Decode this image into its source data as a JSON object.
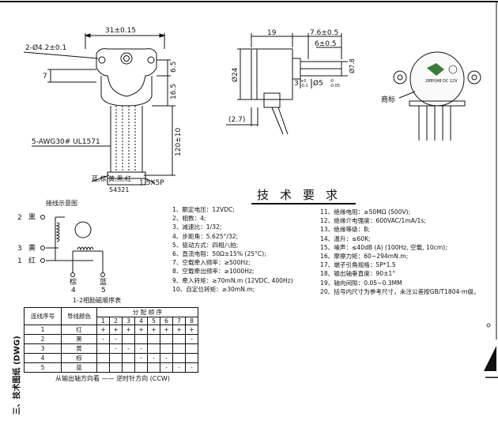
{
  "front_view": {
    "width_dim": "31±0.15",
    "hole_dim": "2-Ø4.2±0.1",
    "dim_7": "7",
    "dim_6_5": "6.5",
    "dim_16_5": "16.5",
    "dim_120": "120±10",
    "cable_label": "5-AWG30# UL1571",
    "wire_colors": "蓝,棕,黄,黑,红",
    "connector_pins": "54321",
    "connector_dim": "1.5X5P"
  },
  "side_view": {
    "dim_19": "19",
    "dim_7_6": "7.6±0.5",
    "dim_6": "6±0.5",
    "dim_d24": "Ø24",
    "dim_d7_8": "Ø7.8",
    "dim_2_7": "(2.7)",
    "dim_3": "3",
    "dim_shaft": "Ø5",
    "tol_3_upper": "+0",
    "tol_3_lower": "-0.1",
    "tol_shaft_upper": "-0",
    "tol_shaft_lower": "-0.05"
  },
  "label_view": {
    "trademark_label": "商标",
    "label_line_1": "28BYJ48",
    "label_line_2": "DC 12V"
  },
  "wiring": {
    "title": "接线示意图",
    "pin2_num": "2",
    "pin2_color": "黑",
    "pin3_num": "3",
    "pin3_color": "黄",
    "pin1_num": "1",
    "pin1_color": "红",
    "pin4_color": "棕",
    "pin4_num": "4",
    "pin5_color": "蓝",
    "pin5_num": "5"
  },
  "table": {
    "caption": "1-2相励磁顺序表",
    "col_index": "连线序号",
    "col_color": "导线颜色",
    "col_sequence": "分 配 顺 序",
    "steps": [
      "1",
      "2",
      "3",
      "4",
      "5",
      "6",
      "7",
      "8"
    ],
    "rows": [
      {
        "index": "1",
        "color": "红",
        "cells": [
          "+",
          "+",
          "+",
          "+",
          "+",
          "+",
          "+",
          "+"
        ]
      },
      {
        "index": "2",
        "color": "黑",
        "cells": [
          "-",
          "-",
          "",
          "",
          "",
          "",
          "",
          "-"
        ]
      },
      {
        "index": "3",
        "color": "黄",
        "cells": [
          "",
          "-",
          "-",
          "-",
          "",
          "",
          "",
          ""
        ]
      },
      {
        "index": "4",
        "color": "棕",
        "cells": [
          "",
          "",
          "",
          "-",
          "-",
          "-",
          "",
          ""
        ]
      },
      {
        "index": "5",
        "color": "蓝",
        "cells": [
          "",
          "",
          "",
          "",
          "",
          "-",
          "-",
          "-"
        ]
      }
    ],
    "direction_note": "从输出轴方向看 —— 逆时针方向 (CCW)"
  },
  "specs": {
    "title": "技术要求",
    "left": [
      "1、额定电压：12VDC;",
      "2、相数：4;",
      "3、减速比：1/32;",
      "4、步距角：5.625°/32;",
      "5、驱动方式：四相八拍;",
      "6、直流电阻：50Ω±15% (25°C);",
      "7、空载牵入频率：≥500Hz;",
      "8、空载牵出频率：≥1000Hz;",
      "9、牵入转矩：≥70mN.m (12VDC, 400Hz)",
      "10、自定位转矩：≥30mN.m;"
    ],
    "right": [
      "11、绝缘电阻：≥50MΩ (500V);",
      "12、绝缘介电强度：600VAC/1mA/1s;",
      "13、绝缘等级：B;",
      "14、温升：≤60K;",
      "15、噪声：≤40dB (A) (100Hz, 空载, 10cm);",
      "16、摩擦力矩：60~294mN.m;",
      "17、端子引角规格：5P*1.5",
      "18、输出轴垂直度：90±1°",
      "19、轴向间隙：0.05~0.3MM",
      "20、括号内尺寸为参考尺寸，未注公差按GB/T1804-m级。"
    ]
  },
  "section_title": "三、技术图纸 (DWG)"
}
